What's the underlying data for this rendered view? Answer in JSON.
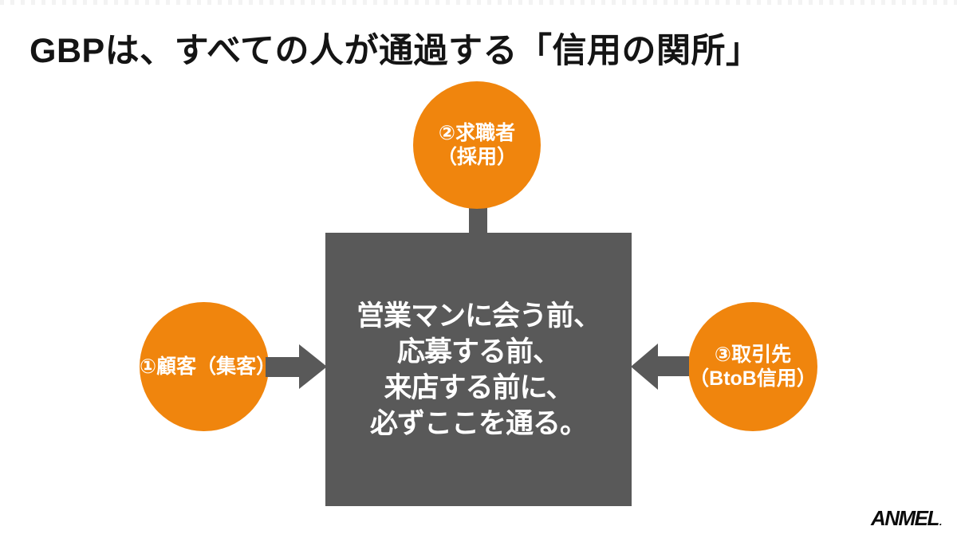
{
  "title": "GBPは、すべての人が通過する「信用の関所」",
  "center_box": {
    "lines": [
      "営業マンに会う前、",
      "応募する前、",
      "来店する前に、",
      "必ずここを通る。"
    ]
  },
  "nodes": {
    "jobseekers": {
      "lines": [
        "②求職者",
        "（採用）"
      ]
    },
    "customers": {
      "lines": [
        "①顧客（集客）"
      ]
    },
    "partners": {
      "lines": [
        "③取引先",
        "（BtoB信用）"
      ]
    }
  },
  "logo": {
    "text": "ANMEL",
    "mark": "."
  },
  "colors": {
    "accent_orange": "#F0850D",
    "box_gray": "#595959",
    "title_black": "#141414",
    "text_white": "#FFFFFF"
  }
}
